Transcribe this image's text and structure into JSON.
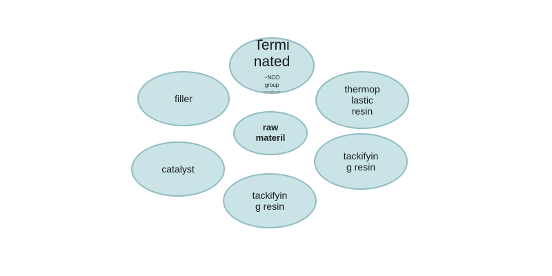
{
  "nodes": {
    "top": {
      "label": "Termi\nnated",
      "sublabel": "~NCO\ngroup\nprepolymer"
    },
    "filler": {
      "label": "filler"
    },
    "thermoplastic": {
      "label": "thermop\nlastic\nresin"
    },
    "center": {
      "label": "raw\nmateril"
    },
    "catalyst": {
      "label": "catalyst"
    },
    "tackifying_right": {
      "label": "tackifyin\ng resin"
    },
    "tackifying_bottom": {
      "label": "tackifyin\ng resin"
    }
  },
  "colors": {
    "circle_fill": "#c9e3e6",
    "circle_border": "#8fbcc2",
    "background": "#ffffff",
    "text": "#1a1a1a"
  }
}
